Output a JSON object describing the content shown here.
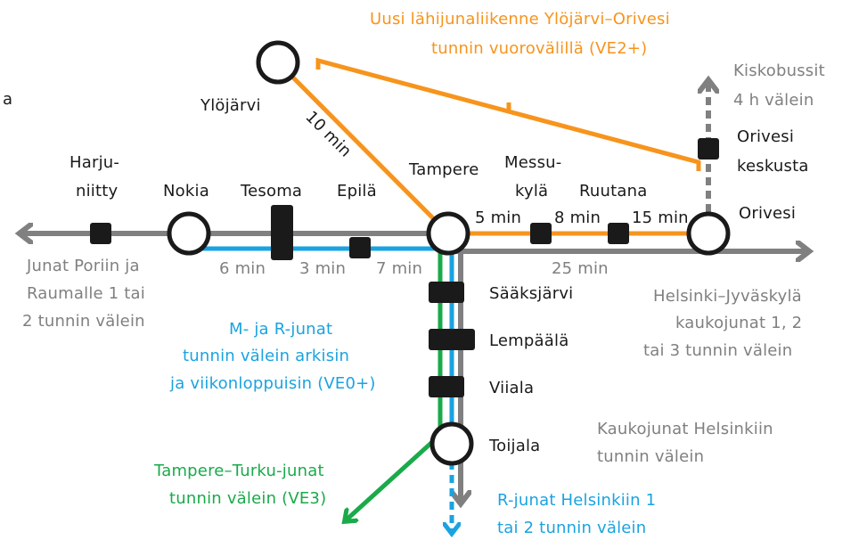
{
  "colors": {
    "gray_line": "#808080",
    "blue_line": "#1aa3e0",
    "orange_line": "#f7941d",
    "green_line": "#1aaa4a",
    "station_fill": "#ffffff",
    "station_stroke": "#1a1a1a",
    "stop_fill": "#1a1a1a"
  },
  "stations": {
    "ylojarvi": "Ylöjärvi",
    "harjuniitty_1": "Harju-",
    "harjuniitty_2": "niitty",
    "nokia": "Nokia",
    "tesoma": "Tesoma",
    "epila": "Epilä",
    "tampere": "Tampere",
    "messukyla_1": "Messu-",
    "messukyla_2": "kylä",
    "ruutana": "Ruutana",
    "orivesi": "Orivesi",
    "orivesi_keskusta_1": "Orivesi",
    "orivesi_keskusta_2": "keskusta",
    "saaksjarvi": "Sääksjärvi",
    "lempaala": "Lempäälä",
    "viiala": "Viiala",
    "toijala": "Toijala"
  },
  "times": {
    "ylojarvi_tampere": "10 min",
    "tampere_messukyla": "5 min",
    "messukyla_ruutana": "8 min",
    "ruutana_orivesi": "15 min",
    "tampere_orivesi": "25 min",
    "nokia_tesoma": "6 min",
    "tesoma_epila": "3 min",
    "epila_tampere": "7 min"
  },
  "labels": {
    "fragment_a": "a",
    "orange_service_1": "Uusi lähijunaliikenne Ylöjärvi–Orivesi",
    "orange_service_2": "tunnin vuorovälillä (VE2+)",
    "kiskobussit_1": "Kiskobussit",
    "kiskobussit_2": "4 h välein",
    "pori_1": "Junat Poriin ja",
    "pori_2": "Raumalle 1 tai",
    "pori_3": "2 tunnin välein",
    "mr_1": "M- ja R-junat",
    "mr_2": "tunnin välein arkisin",
    "mr_3": "ja viikonloppuisin (VE0+)",
    "jyvaskyla_1": "Helsinki–Jyväskylä",
    "jyvaskyla_2": "kaukojunat 1, 2",
    "jyvaskyla_3": "tai 3 tunnin välein",
    "kaukojunat_1": "Kaukojunat Helsinkiin",
    "kaukojunat_2": "tunnin välein",
    "turku_1": "Tampere–Turku-junat",
    "turku_2": "tunnin välein (VE3)",
    "rjunat_1": "R-junat Helsinkiin 1",
    "rjunat_2": "tai 2 tunnin välein"
  }
}
